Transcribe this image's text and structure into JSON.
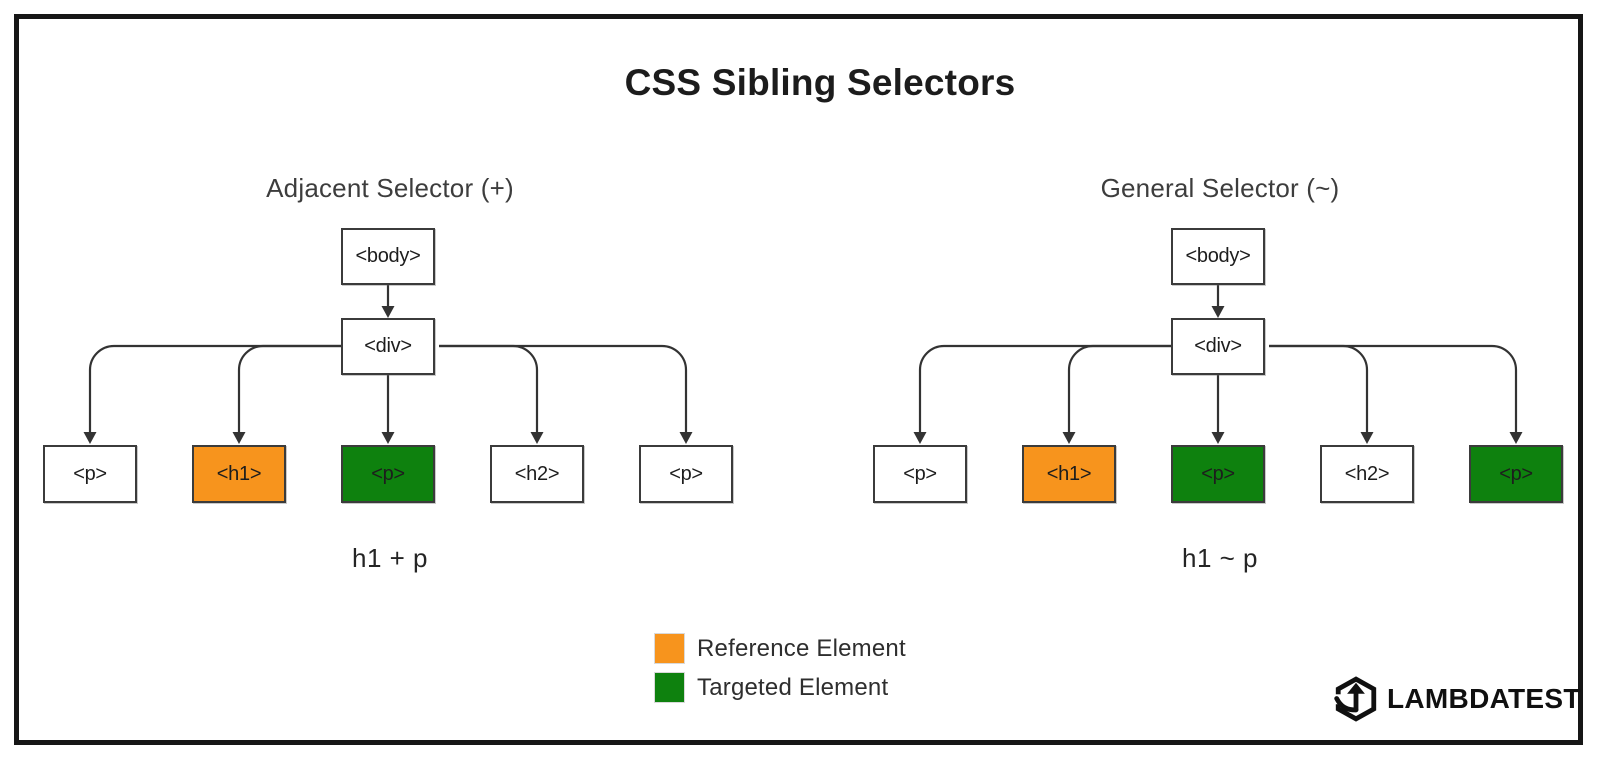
{
  "title": "CSS Sibling Selectors",
  "diagrams": [
    {
      "header": "Adjacent Selector (+)",
      "root_label": "<body>",
      "parent_label": "<div>",
      "children": [
        {
          "label": "<p>",
          "type": "normal",
          "color": "#FFFFFF"
        },
        {
          "label": "<h1>",
          "type": "reference",
          "color": "#F7941D"
        },
        {
          "label": "<p>",
          "type": "targeted",
          "color": "#0E810E"
        },
        {
          "label": "<h2>",
          "type": "normal",
          "color": "#FFFFFF"
        },
        {
          "label": "<p>",
          "type": "normal",
          "color": "#FFFFFF"
        }
      ],
      "selector_label": "h1 + p"
    },
    {
      "header": "General Selector (~)",
      "root_label": "<body>",
      "parent_label": "<div>",
      "children": [
        {
          "label": "<p>",
          "type": "normal",
          "color": "#FFFFFF"
        },
        {
          "label": "<h1>",
          "type": "reference",
          "color": "#F7941D"
        },
        {
          "label": "<p>",
          "type": "targeted",
          "color": "#0E810E"
        },
        {
          "label": "<h2>",
          "type": "normal",
          "color": "#FFFFFF"
        },
        {
          "label": "<p>",
          "type": "targeted",
          "color": "#0E810E"
        }
      ],
      "selector_label": "h1 ~ p"
    }
  ],
  "legend": {
    "items": [
      {
        "label": "Reference Element",
        "color": "#F7941D"
      },
      {
        "label": "Targeted Element",
        "color": "#0E810E"
      }
    ]
  },
  "colors": {
    "reference": "#F7941D",
    "targeted": "#0E810E",
    "line": "#333333",
    "box_border": "#3b3b3b"
  },
  "logo": {
    "text": "LAMBDATEST",
    "icon": "lambdatest-hexagon-arrow-icon"
  }
}
